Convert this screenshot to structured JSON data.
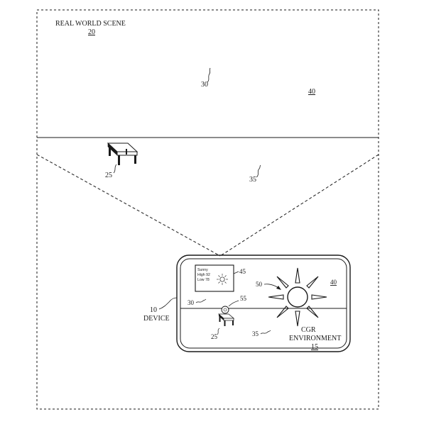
{
  "scene": {
    "title": "REAL WORLD SCENE",
    "ref": "20"
  },
  "labels": {
    "wall_30": "30",
    "wall_40": "40",
    "floor_35": "35",
    "table_25": "25",
    "device_ref": "10",
    "device_name": "DEVICE",
    "screen_45": "45",
    "screen_50": "50",
    "screen_40": "40",
    "screen_55": "55",
    "screen_30": "30",
    "screen_25": "25",
    "screen_35": "35",
    "cgr_line1": "CGR",
    "cgr_line2": "ENVIRONMENT",
    "cgr_ref": "15"
  },
  "weather_card": {
    "line1": "Sunny",
    "line2": "High 92",
    "line3": "Low 78"
  },
  "colors": {
    "ink": "#1a1a1a",
    "background": "#ffffff"
  }
}
